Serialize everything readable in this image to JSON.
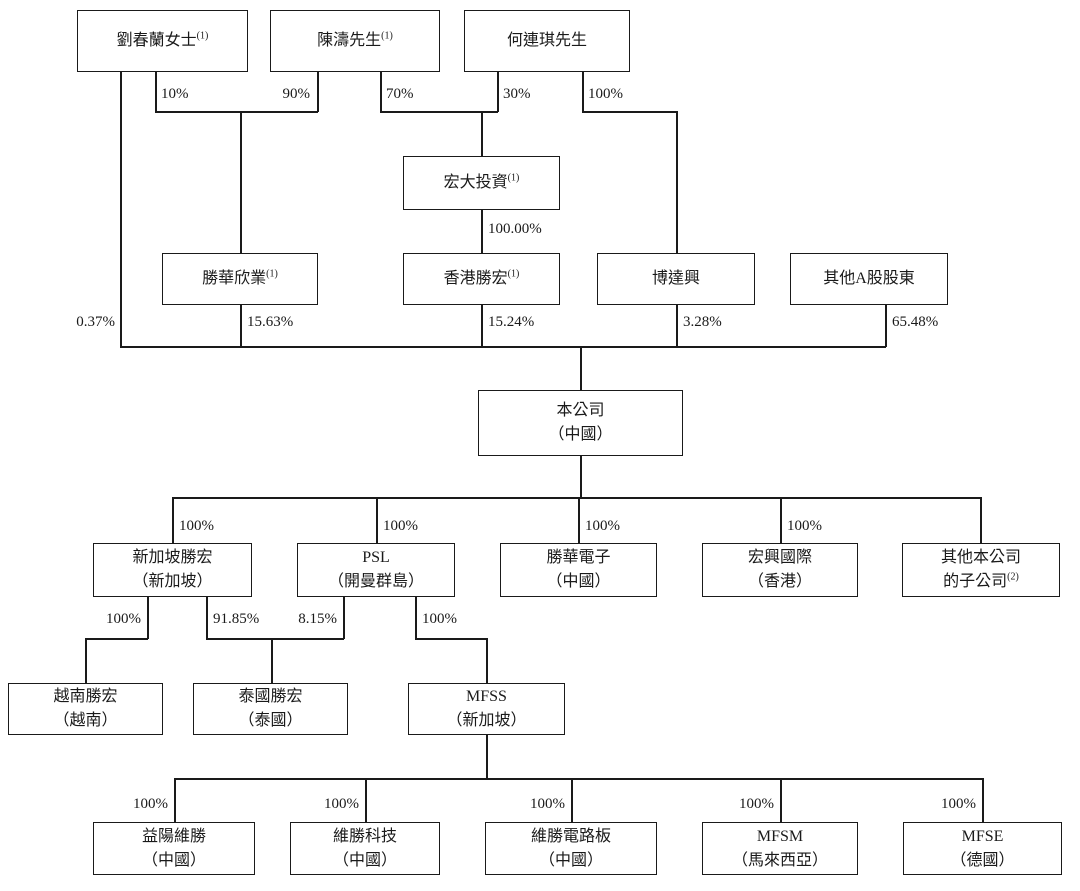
{
  "nodes": {
    "liu": {
      "name": "劉春蘭女士",
      "sup": "(1)"
    },
    "chen": {
      "name": "陳濤先生",
      "sup": "(1)"
    },
    "he": {
      "name": "何連琪先生"
    },
    "hongda": {
      "name": "宏大投資",
      "sup": "(1)"
    },
    "shenghuaxinye": {
      "name": "勝華欣業",
      "sup": "(1)"
    },
    "hkshenghong": {
      "name": "香港勝宏",
      "sup": "(1)"
    },
    "bodaxing": {
      "name": "博達興"
    },
    "othera": {
      "name": "其他A股股東"
    },
    "company": {
      "name": "本公司",
      "subtitle": "（中國）"
    },
    "sgshenghong": {
      "name": "新加坡勝宏",
      "subtitle": "（新加坡）"
    },
    "psl": {
      "name": "PSL",
      "subtitle": "（開曼群島）"
    },
    "shenghuadianzi": {
      "name": "勝華電子",
      "subtitle": "（中國）"
    },
    "hongxing": {
      "name": "宏興國際",
      "subtitle": "（香港）"
    },
    "othersubs": {
      "name": "其他本公司",
      "subtitle": "的子公司",
      "sup2": "(2)"
    },
    "vietnam": {
      "name": "越南勝宏",
      "subtitle": "（越南）"
    },
    "thailand": {
      "name": "泰國勝宏",
      "subtitle": "（泰國）"
    },
    "mfss": {
      "name": "MFSS",
      "subtitle": "（新加坡）"
    },
    "yiyang": {
      "name": "益陽維勝",
      "subtitle": "（中國）"
    },
    "weishengkeji": {
      "name": "維勝科技",
      "subtitle": "（中國）"
    },
    "weishengdianluban": {
      "name": "維勝電路板",
      "subtitle": "（中國）"
    },
    "mfsm": {
      "name": "MFSM",
      "subtitle": "（馬來西亞）"
    },
    "mfse": {
      "name": "MFSE",
      "subtitle": "（德國）"
    }
  },
  "percentages": {
    "liu_to_shenghuaxinye": "10%",
    "chen_to_shenghuaxinye": "90%",
    "chen_to_hongda": "70%",
    "he_to_hongda": "30%",
    "he_to_bodaxing": "100%",
    "hongda_to_hkshenghong": "100.00%",
    "liu_to_company": "0.37%",
    "shenghuaxinye_to_company": "15.63%",
    "hkshenghong_to_company": "15.24%",
    "bodaxing_to_company": "3.28%",
    "othera_to_company": "65.48%",
    "company_to_sgshenghong": "100%",
    "company_to_psl": "100%",
    "company_to_shenghuadianzi": "100%",
    "company_to_hongxing": "100%",
    "sgshenghong_to_vietnam": "100%",
    "sgshenghong_to_thailand": "91.85%",
    "psl_to_thailand": "8.15%",
    "psl_to_mfss": "100%",
    "mfss_to_yiyang": "100%",
    "mfss_to_weishengkeji": "100%",
    "mfss_to_weishengdianluban": "100%",
    "mfss_to_mfsm": "100%",
    "mfss_to_mfse": "100%"
  },
  "colors": {
    "line": "#1a1a1a",
    "background": "#ffffff"
  }
}
